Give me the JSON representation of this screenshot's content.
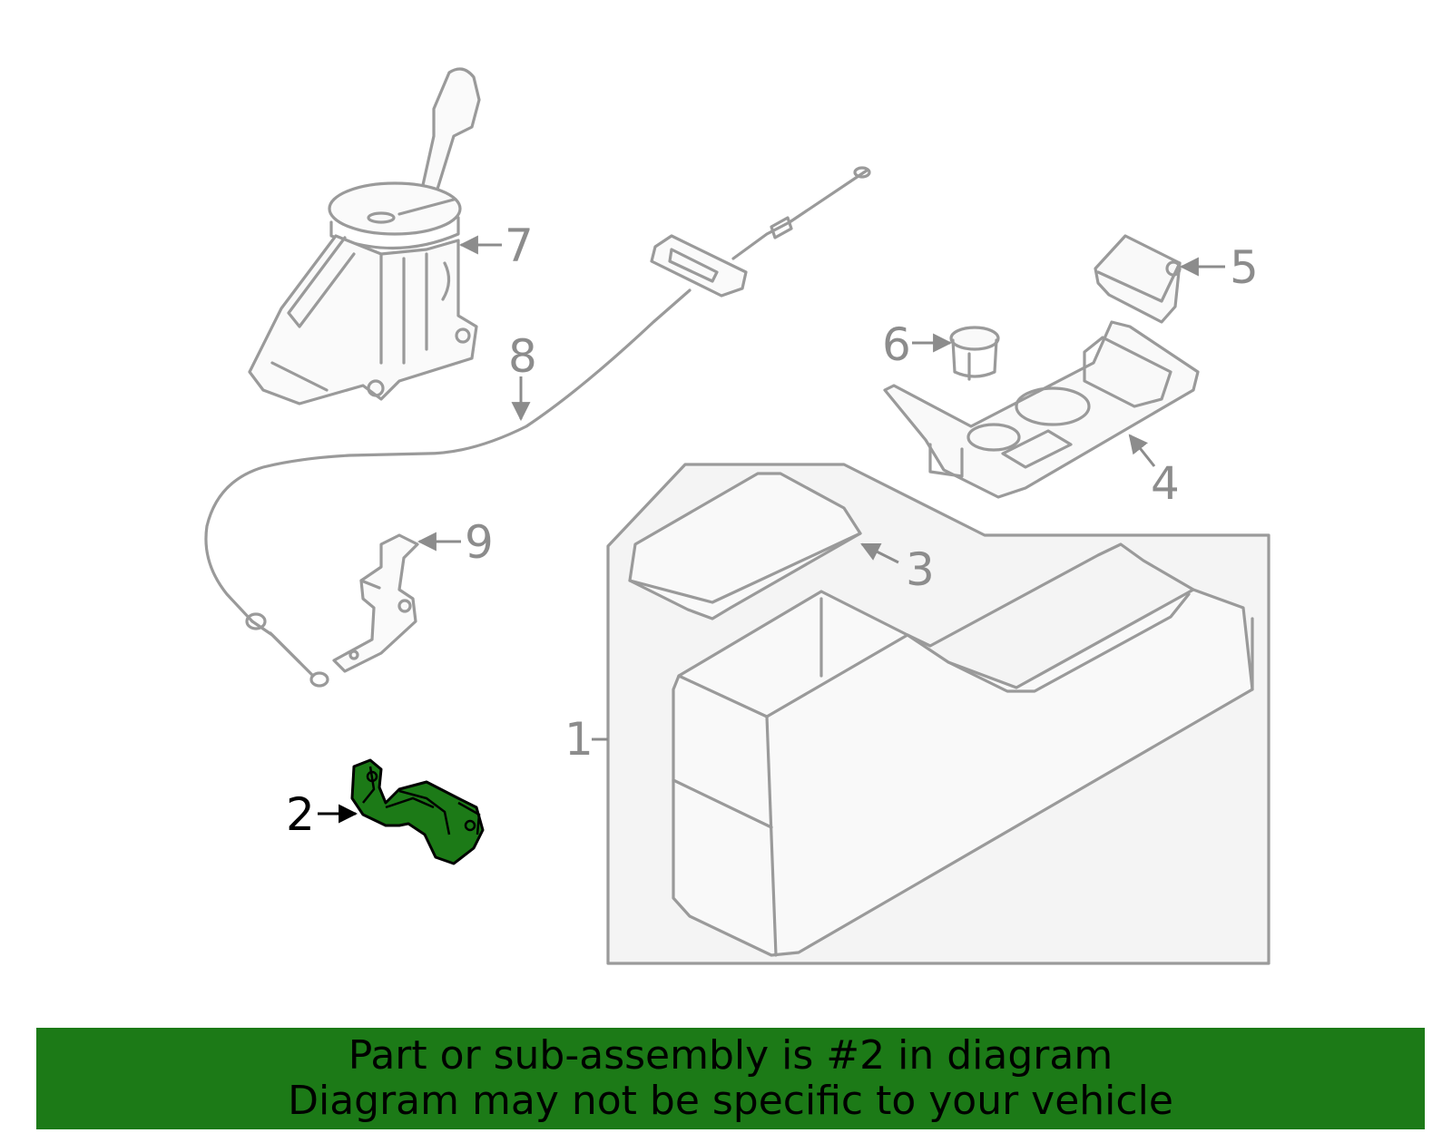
{
  "diagram": {
    "callouts": {
      "c1": "1",
      "c2": "2",
      "c3": "3",
      "c4": "4",
      "c5": "5",
      "c6": "6",
      "c7": "7",
      "c8": "8",
      "c9": "9"
    },
    "highlighted_part": "2",
    "highlight_color": "#1c7a17",
    "line_color": "#9a9a9a"
  },
  "footer": {
    "line1": "Part or sub-assembly is #2 in diagram",
    "line2": "Diagram may not be specific to your vehicle",
    "background_color": "#1c7a17"
  }
}
